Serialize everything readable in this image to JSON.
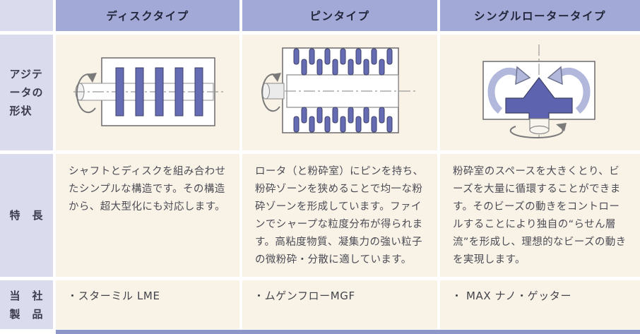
{
  "colors": {
    "header_bg": "#a3a9d6",
    "label_bg": "#dadced",
    "cell_bg": "#f8f2e7",
    "accent_bar": "#8d96c8",
    "diagram_purple": "#666cb3",
    "diagram_arrow_light": "#b2b8dc"
  },
  "row_labels": {
    "shape": "アジテ\nータの\n形状",
    "features": "特　長",
    "products": "当　社\n製　品"
  },
  "columns": [
    {
      "title": "ディスクタイプ",
      "diagram": "disk-type-diagram",
      "features": "シャフトとディスクを組み合わせたシンプルな構造です。その構造から、超大型化にも対応します。",
      "product": "・スターミル LME"
    },
    {
      "title": "ピンタイプ",
      "diagram": "pin-type-diagram",
      "features": "ロータ（と粉砕室）にピンを持ち、粉砕ゾーンを狭めることで均一な粉砕ゾーンを形成しています。ファインでシャープな粒度分布が得られます。高粘度物質、凝集力の強い粒子の微粉砕・分散に適しています。",
      "product": "・ムゲンフローMGF"
    },
    {
      "title": "シングルロータータイプ",
      "diagram": "single-rotor-type-diagram",
      "features": "粉砕室のスペースを大きくとり、ビーズを大量に循環することができます。そのビーズの動きをコントロールすることにより独自の“らせん層流”を形成し、理想的なビーズの動きを実現します。",
      "product": "・ MAX ナノ・ゲッター"
    }
  ]
}
